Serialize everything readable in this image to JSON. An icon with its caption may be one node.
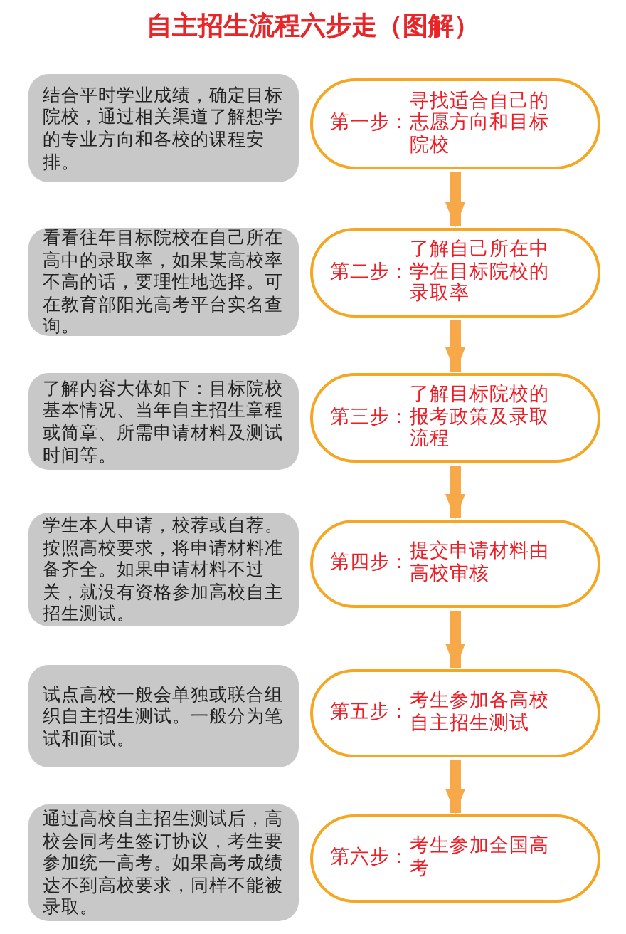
{
  "diagram": {
    "title": "自主招生流程六步走（图解）",
    "nodes": [
      {
        "text": [
          "结合平时学业成绩，确定目标院校，通过相关渠道了解想学的专业方向和各校的课程安排。"
        ]
      },
      {
        "text": [
          "第一步：",
          "寻找适合自己的志愿方向和目标院校"
        ]
      },
      {
        "text": [
          "看看往年目标院校在自己所在高中的录取率，如果某高校率不高的话，要理性地选择。可在教育部阳光高考平台实名查询。"
        ]
      },
      {
        "text": [
          "第二步：",
          "了解自己所在中学在目标院校的录取率"
        ]
      },
      {
        "text": [
          "了解内容大体如下：目标院校基本情况、当年自主招生章程或简章、所需申请材料及测试时间等。"
        ]
      },
      {
        "text": [
          "第三步：",
          "了解目标院校的报考政策及录取流程"
        ]
      },
      {
        "text": [
          "学生本人申请，校荐或自荐。按照高校要求，将申请材料准备齐全。如果申请材料不过关，就没有资格参加高校自主招生测试。"
        ]
      },
      {
        "text": [
          "第四步：",
          "提交申请材料由高校审核"
        ]
      },
      {
        "text": [
          "试点高校一般会单独或联合组织自主招生测试。一般分为笔试和面试。"
        ]
      },
      {
        "text": [
          "第五步：",
          "考生参加各高校自主招生测试"
        ]
      },
      {
        "text": [
          "通过高校自主招生测试后，高校会同考生签订协议，考生要参加统一高考。如果高考成绩达不到高校要求，同样不能被录取。"
        ]
      },
      {
        "text": [
          "第六步：",
          "考生参加全国高考"
        ]
      }
    ],
    "edges": [
      {
        "from": 1,
        "to": 3,
        "arrow": "to"
      },
      {
        "from": 3,
        "to": 5,
        "arrow": "to"
      },
      {
        "from": 5,
        "to": 7,
        "arrow": "to"
      },
      {
        "from": 7,
        "to": 9,
        "arrow": "to"
      },
      {
        "from": 9,
        "to": 11,
        "arrow": "to"
      }
    ]
  }
}
